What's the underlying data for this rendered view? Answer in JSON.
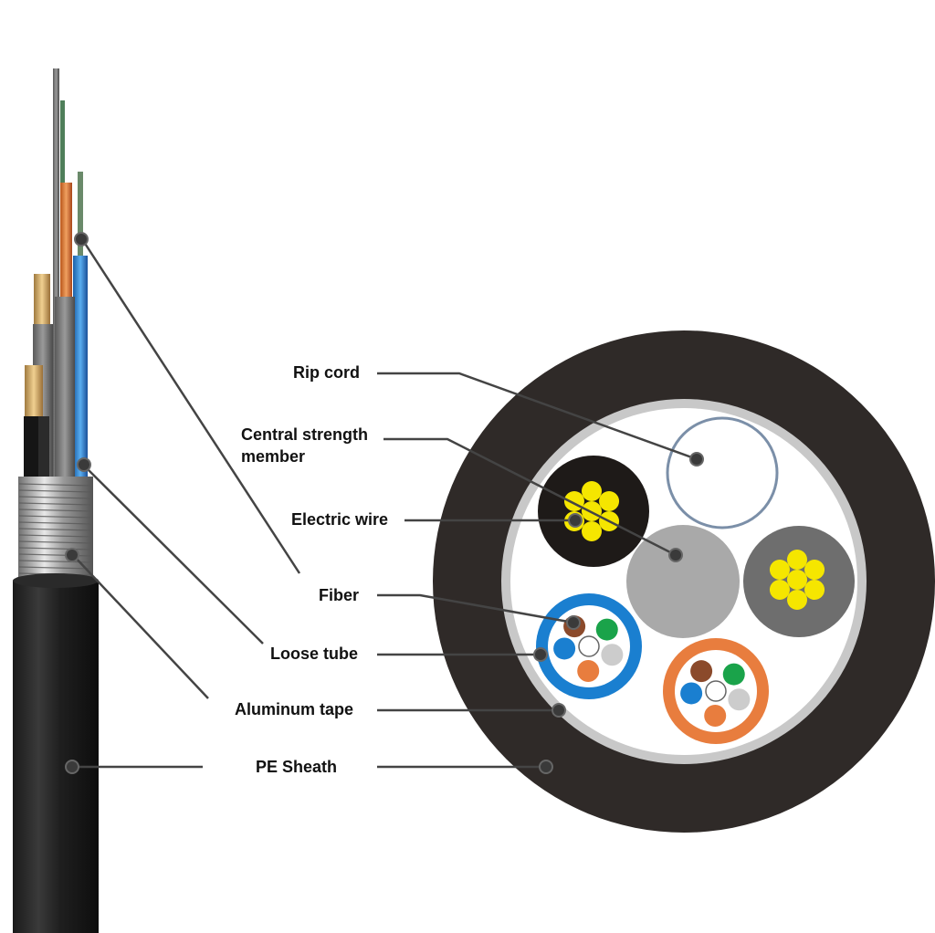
{
  "labels": {
    "rip_cord": "Rip cord",
    "central_strength_line1": "Central strength",
    "central_strength_line2": "member",
    "electric_wire": "Electric wire",
    "fiber": "Fiber",
    "loose_tube": "Loose tube",
    "aluminum_tape": "Aluminum tape",
    "pe_sheath": "PE Sheath"
  },
  "colors": {
    "sheath": "#2f2a28",
    "aluminum": "#c8c8c8",
    "filler": "#ffffff",
    "central_member": "#a9a9a9",
    "electric_jacket_dark": "#1e1a18",
    "electric_jacket_gray": "#6e6e6e",
    "conductor": "#f5e600",
    "tube_blue": "#1a7fd0",
    "tube_orange": "#e87d3e",
    "fiber_brown": "#8b4a2b",
    "fiber_green": "#1aa34a",
    "fiber_blue": "#1a7fd0",
    "fiber_orange": "#e87d3e",
    "fiber_gray": "#cccccc",
    "fiber_white": "#ffffff",
    "leader": "#444444"
  }
}
